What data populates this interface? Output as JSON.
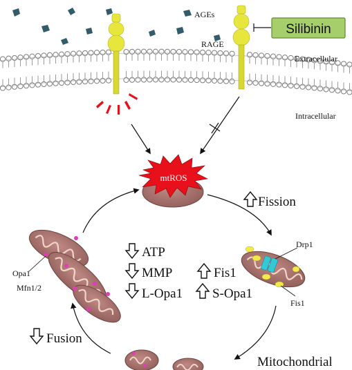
{
  "labels": {
    "ages": "AGEs",
    "rage": "RAGE",
    "drug": "Silibinin",
    "extracellular": "Extracellular",
    "intracellular": "Intracellular",
    "mtros": "mtROS",
    "fission": "Fission",
    "fusion": "Fusion",
    "drp1": "Drp1",
    "fis1_label": "Fis1",
    "opa1": "Opa1",
    "mfn": "Mfn1/2",
    "atp": "ATP",
    "mmp": "MMP",
    "fis1": "Fis1",
    "l_opa1": "L-Opa1",
    "s_opa1": "S-Opa1",
    "mitochondrial": "Mitochondrial"
  },
  "colors": {
    "receptor": "#e6e63c",
    "drug_box": "#a6cf6b",
    "ros_burst": "#e8101a",
    "mito_body": "#a9706c",
    "mito_cristae": "#f1d6c8",
    "ages_dots": "#325c69",
    "membrane": "#9a9a9a",
    "drp1_ring": "#33c9d6",
    "fis1_dots": "#f2ea4a",
    "opa1_dots": "#e03db8"
  }
}
